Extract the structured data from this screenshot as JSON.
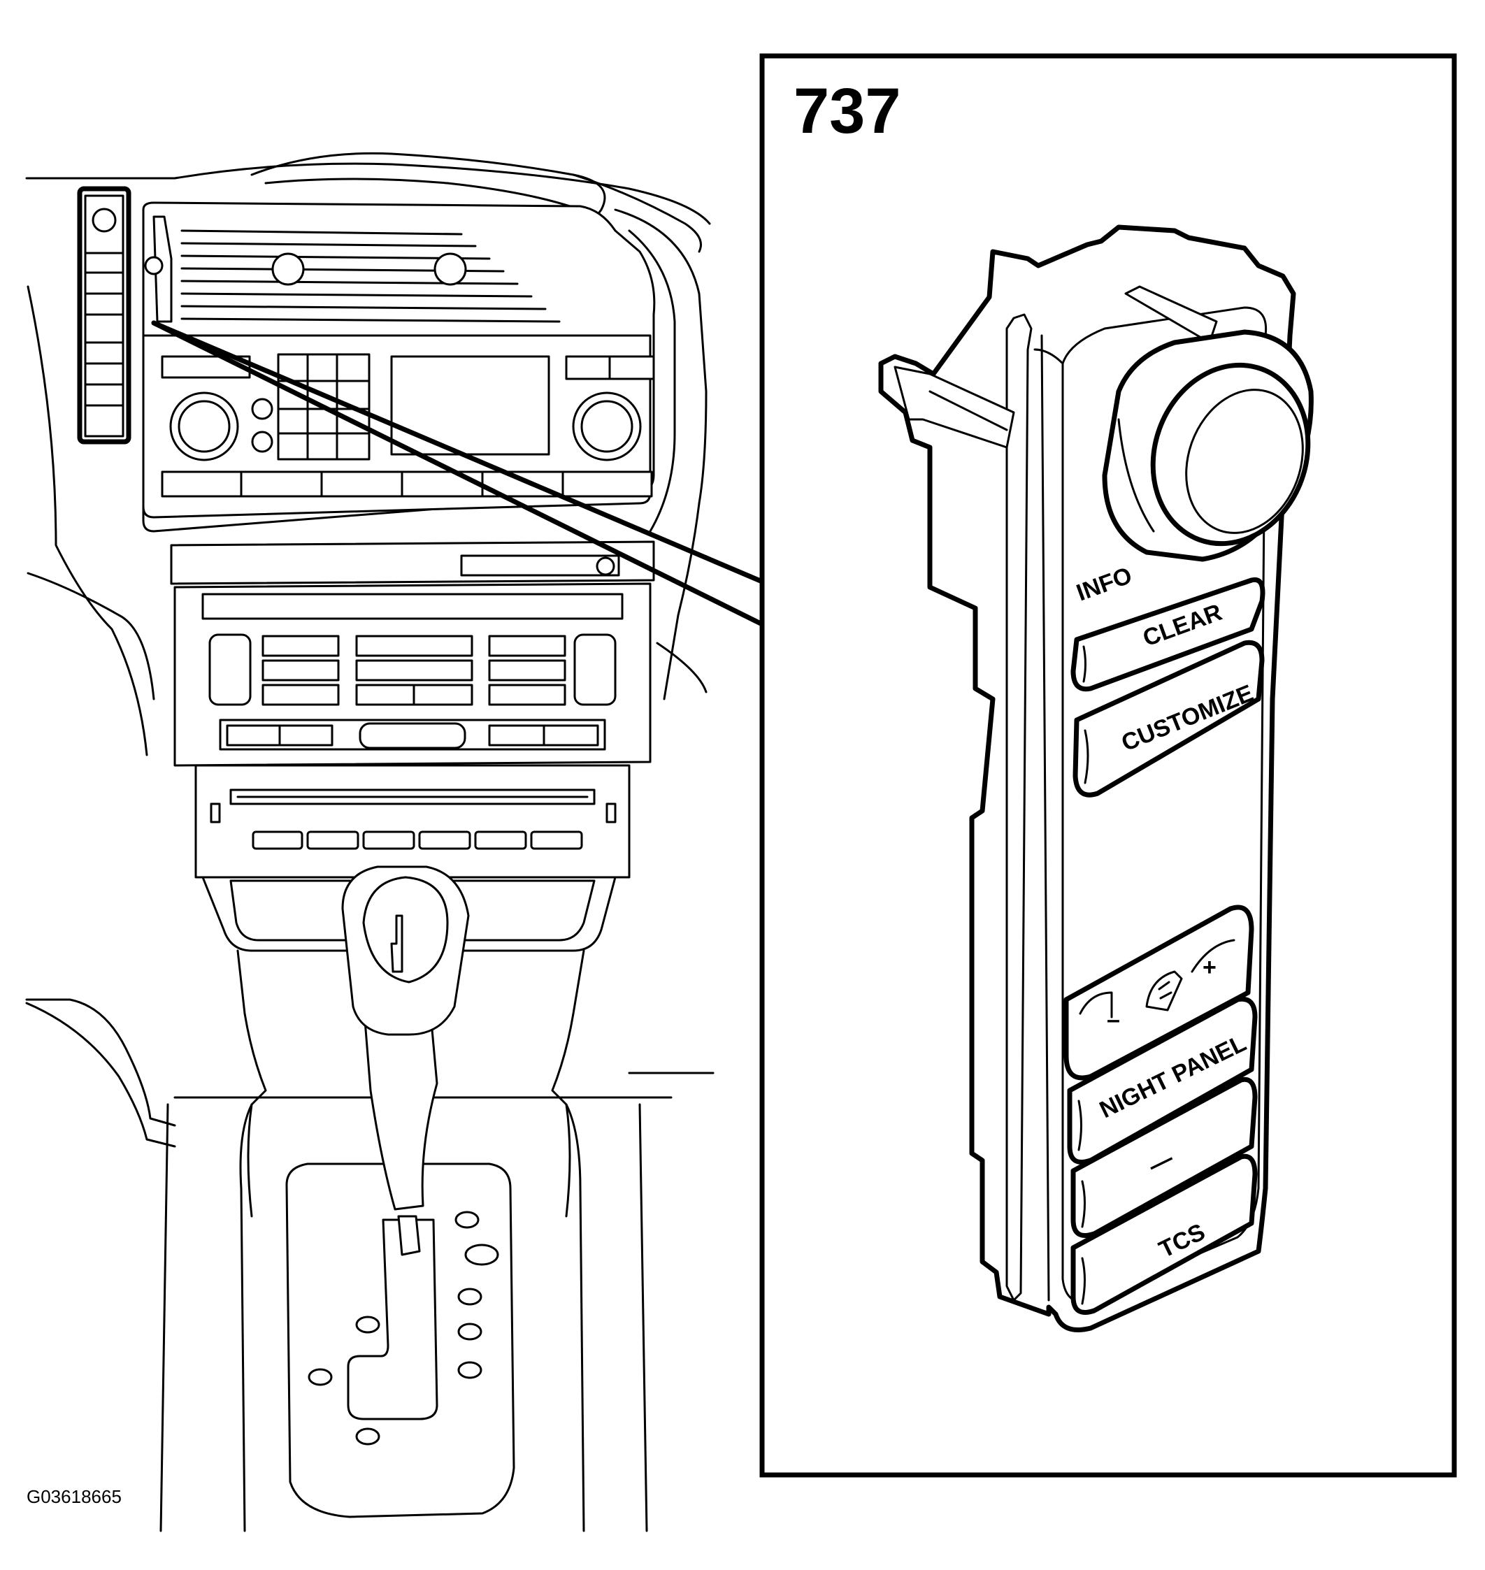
{
  "figure": {
    "callout_number": "737",
    "figure_id": "G03618665"
  },
  "switch_panel": {
    "info_label": "INFO",
    "buttons": [
      {
        "label": "CLEAR"
      },
      {
        "label": "CUSTOMIZE"
      },
      {
        "label": "–",
        "icon": "dimmer-minus-icon"
      },
      {
        "label": "+",
        "icon": "dimmer-plus-icon"
      },
      {
        "label": "NIGHT PANEL"
      },
      {
        "label": "—"
      },
      {
        "label": "TCS"
      }
    ],
    "knob_icon": "rotary-knob-icon",
    "instrument_icon": "instrument-lighting-icon"
  }
}
